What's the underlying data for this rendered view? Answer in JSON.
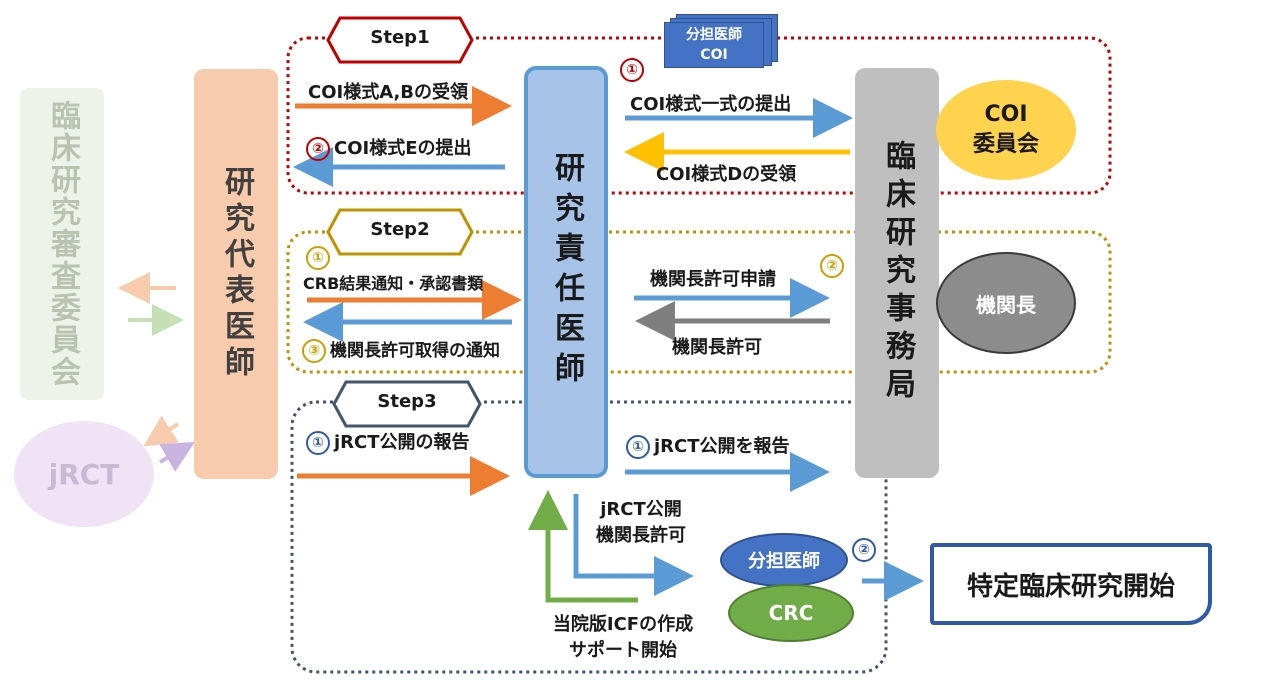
{
  "left": {
    "committee": "臨床研究審査委員会",
    "jrct": "jRCT",
    "pi_rep": "研究代表医師"
  },
  "center": {
    "pi": "研究責任医師"
  },
  "right": {
    "office": "臨床研究事務局",
    "coi_committee": "COI\n委員会",
    "director": "機関長"
  },
  "step1": {
    "tag": "Step1",
    "doc": "分担医師\nCOI",
    "num1": "①",
    "num2": "②",
    "receive_ab": "COI様式A,Bの受領",
    "submit_e": "COI様式Eの提出",
    "submit_all": "COI様式一式の提出",
    "receive_d": "COI様式Dの受領"
  },
  "step2": {
    "tag": "Step2",
    "num1": "①",
    "num2": "②",
    "num3": "③",
    "crb": "CRB結果通知・承認書類",
    "notice": "機関長許可取得の通知",
    "apply": "機関長許可申請",
    "permit": "機関長許可"
  },
  "step3": {
    "tag": "Step3",
    "num1": "①",
    "num2": "②",
    "report_left": "jRCT公開の報告",
    "report_right": "jRCT公開を報告",
    "public_permit": "jRCT公開\n機関長許可",
    "icf": "当院版ICFの作成\nサポート開始",
    "sub_doctor": "分担医師",
    "crc": "CRC",
    "start": "特定臨床研究開始"
  },
  "colors": {
    "orange": "#ed7d31",
    "blue": "#5b9bd5",
    "yellow": "#ffc000",
    "gray": "#7f7f7f",
    "green": "#70ad47",
    "red_dotted": "#c00000",
    "gold_dotted": "#bf9000",
    "navy_dotted": "#44546a"
  }
}
